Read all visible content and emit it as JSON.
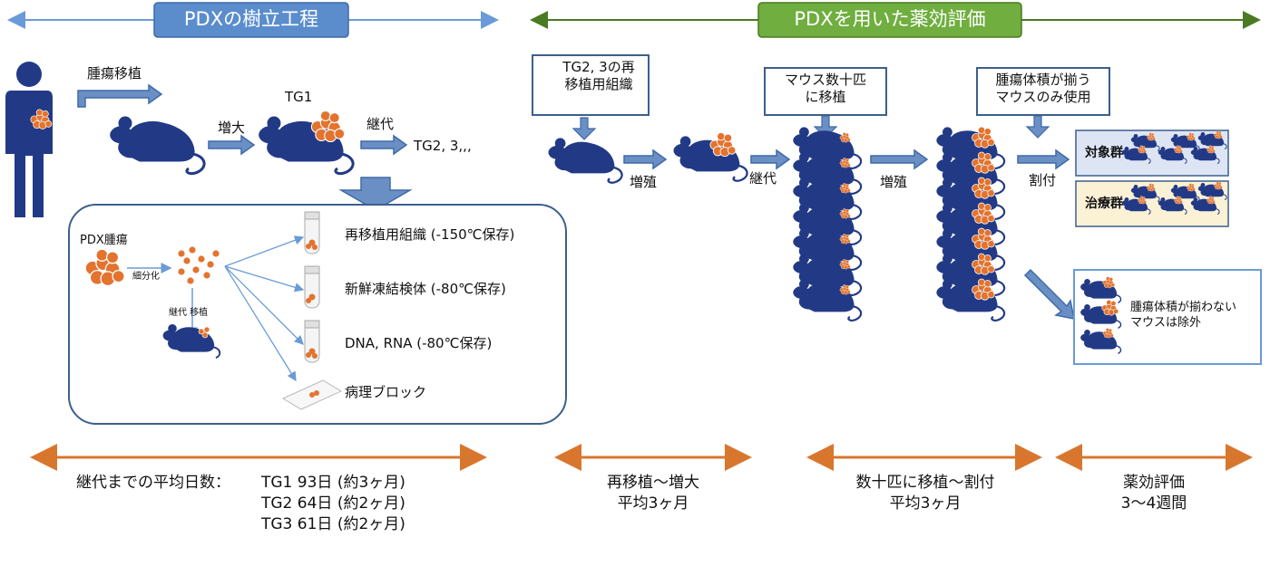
{
  "headers": {
    "establishment": "PDXの樹立工程",
    "evaluation": "PDXを用いた薬効評価"
  },
  "left_flow": {
    "implant_label": "腫瘍移植",
    "tg1_label": "TG1",
    "expand_label": "増大",
    "passage_label": "継代",
    "tg_next_label": "TG2, 3,,,"
  },
  "detail": {
    "tumor_label": "PDX腫瘍",
    "fragment_label": "細分化",
    "passage_implant_label": "継代 移植",
    "outputs": [
      "再移植用組織 (-150℃保存)",
      "新鮮凍結検体 (-80℃保存)",
      "DNA, RNA (-80℃保存)",
      "病理ブロック"
    ]
  },
  "right_flow": {
    "reimplant_box": "TG2, 3の再\n移植用組織",
    "grow1_label": "増殖",
    "passage_label": "継代",
    "mice_box": "マウス数十匹\nに移植",
    "grow2_label": "増殖",
    "uniform_box": "腫瘍体積が揃う\nマウスのみ使用",
    "assign_label": "割付",
    "control_group": "対象群",
    "treatment_group": "治療群",
    "excluded_text": "腫瘍体積が揃わない\nマウスは除外"
  },
  "timeline": {
    "left_prefix": "継代までの平均日数：",
    "left_rows": [
      "TG1 93日 (約3ヶ月)",
      "TG2 64日 (約2ヶ月)",
      "TG3 61日 (約2ヶ月)"
    ],
    "seg2": "再移植～増大\n平均3ヶ月",
    "seg3": "数十匹に移植～割付\n平均3ヶ月",
    "seg4": "薬効評価\n3～4週間"
  },
  "colors": {
    "mouse": "#223a86",
    "tumor": "#e3732e",
    "arrow_fill": "#6a8fc4",
    "arrow_stroke": "#3f6aa8",
    "header_left": "#5b8dcd",
    "header_right": "#6fae3f",
    "line_left": "#6a9bd8",
    "line_right": "#4a7a22",
    "timeline": "#d9762e",
    "control_bg": "#dde5f5",
    "treatment_bg": "#fbf2d6"
  }
}
